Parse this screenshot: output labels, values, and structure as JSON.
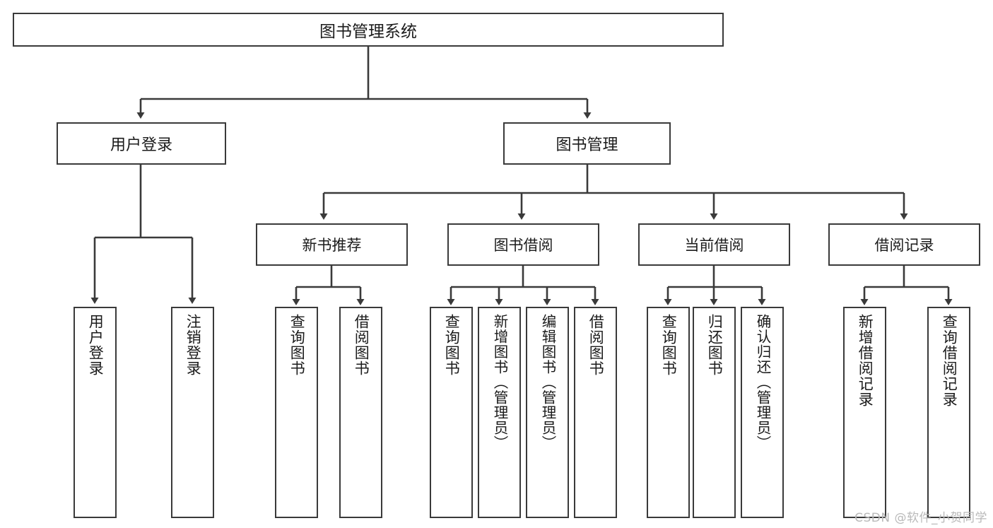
{
  "diagram": {
    "title": "图书管理系统",
    "type": "tree",
    "root": {
      "label": "图书管理系统"
    },
    "level2": [
      {
        "id": "user-login",
        "label": "用户登录"
      },
      {
        "id": "book-manage",
        "label": "图书管理"
      }
    ],
    "level3": [
      {
        "id": "new-book-recommend",
        "label": "新书推荐",
        "parent": "book-manage"
      },
      {
        "id": "book-borrow",
        "label": "图书借阅",
        "parent": "book-manage"
      },
      {
        "id": "current-borrow",
        "label": "当前借阅",
        "parent": "book-manage"
      },
      {
        "id": "borrow-record",
        "label": "借阅记录",
        "parent": "book-manage"
      }
    ],
    "leaves": [
      {
        "id": "leaf-user-login",
        "label": "用户登录",
        "parent": "user-login"
      },
      {
        "id": "leaf-logout",
        "label": "注销登录",
        "parent": "user-login"
      },
      {
        "id": "leaf-query-book-1",
        "label": "查询图书",
        "parent": "new-book-recommend"
      },
      {
        "id": "leaf-borrow-book-1",
        "label": "借阅图书",
        "parent": "new-book-recommend"
      },
      {
        "id": "leaf-query-book-2",
        "label": "查询图书",
        "parent": "book-borrow"
      },
      {
        "id": "leaf-add-book",
        "label": "新增图书（管理员）",
        "parent": "book-borrow"
      },
      {
        "id": "leaf-edit-book",
        "label": "编辑图书（管理员）",
        "parent": "book-borrow"
      },
      {
        "id": "leaf-borrow-book-2",
        "label": "借阅图书",
        "parent": "book-borrow"
      },
      {
        "id": "leaf-query-book-3",
        "label": "查询图书",
        "parent": "current-borrow"
      },
      {
        "id": "leaf-return-book",
        "label": "归还图书",
        "parent": "current-borrow"
      },
      {
        "id": "leaf-confirm-return",
        "label": "确认归还（管理员）",
        "parent": "current-borrow"
      },
      {
        "id": "leaf-add-record",
        "label": "新增借阅记录",
        "parent": "borrow-record"
      },
      {
        "id": "leaf-query-record",
        "label": "查询借阅记录",
        "parent": "borrow-record"
      }
    ]
  },
  "watermark": {
    "text": "CSDN @软件_小贺同学"
  },
  "colors": {
    "stroke": "#3a3a3a",
    "background": "#ffffff",
    "text": "#1b1b1b",
    "watermark": "#b9b9b9"
  }
}
